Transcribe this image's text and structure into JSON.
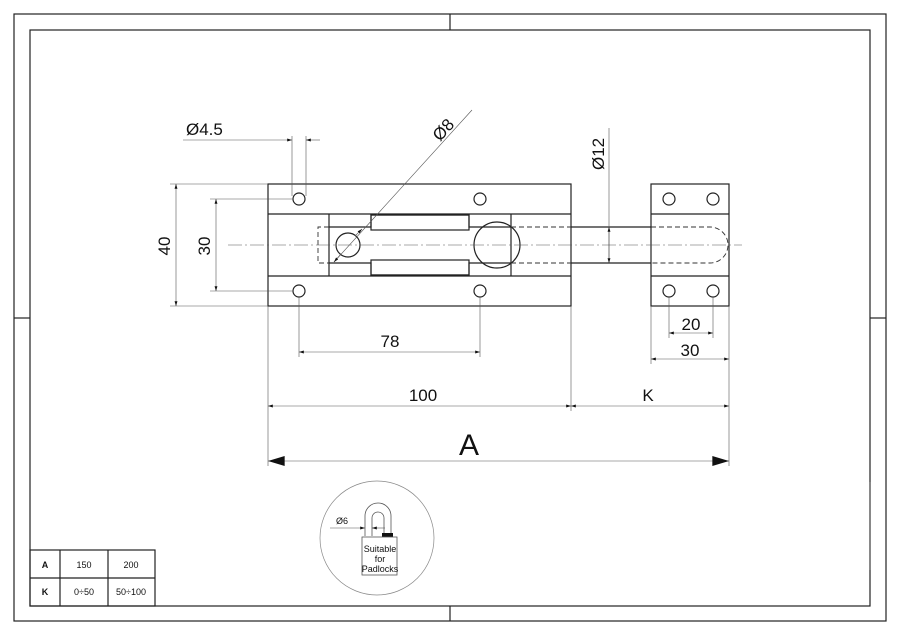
{
  "dimensions": {
    "hole_dia": "Ø4.5",
    "bolt_dia": "Ø8",
    "rod_dia": "Ø12",
    "height_outer": "40",
    "height_inner": "30",
    "hole_spacing": "78",
    "body_length": "100",
    "extension": "K",
    "total_length": "A",
    "keeper_hole_spacing": "20",
    "keeper_width": "30"
  },
  "padlock": {
    "shackle_dia": "Ø6",
    "line1": "Suitable",
    "line2": "for",
    "line3": "Padlocks"
  },
  "table": {
    "rows": [
      {
        "label": "A",
        "v1": "150",
        "v2": "200"
      },
      {
        "label": "K",
        "v1": "0÷50",
        "v2": "50÷100"
      }
    ]
  }
}
